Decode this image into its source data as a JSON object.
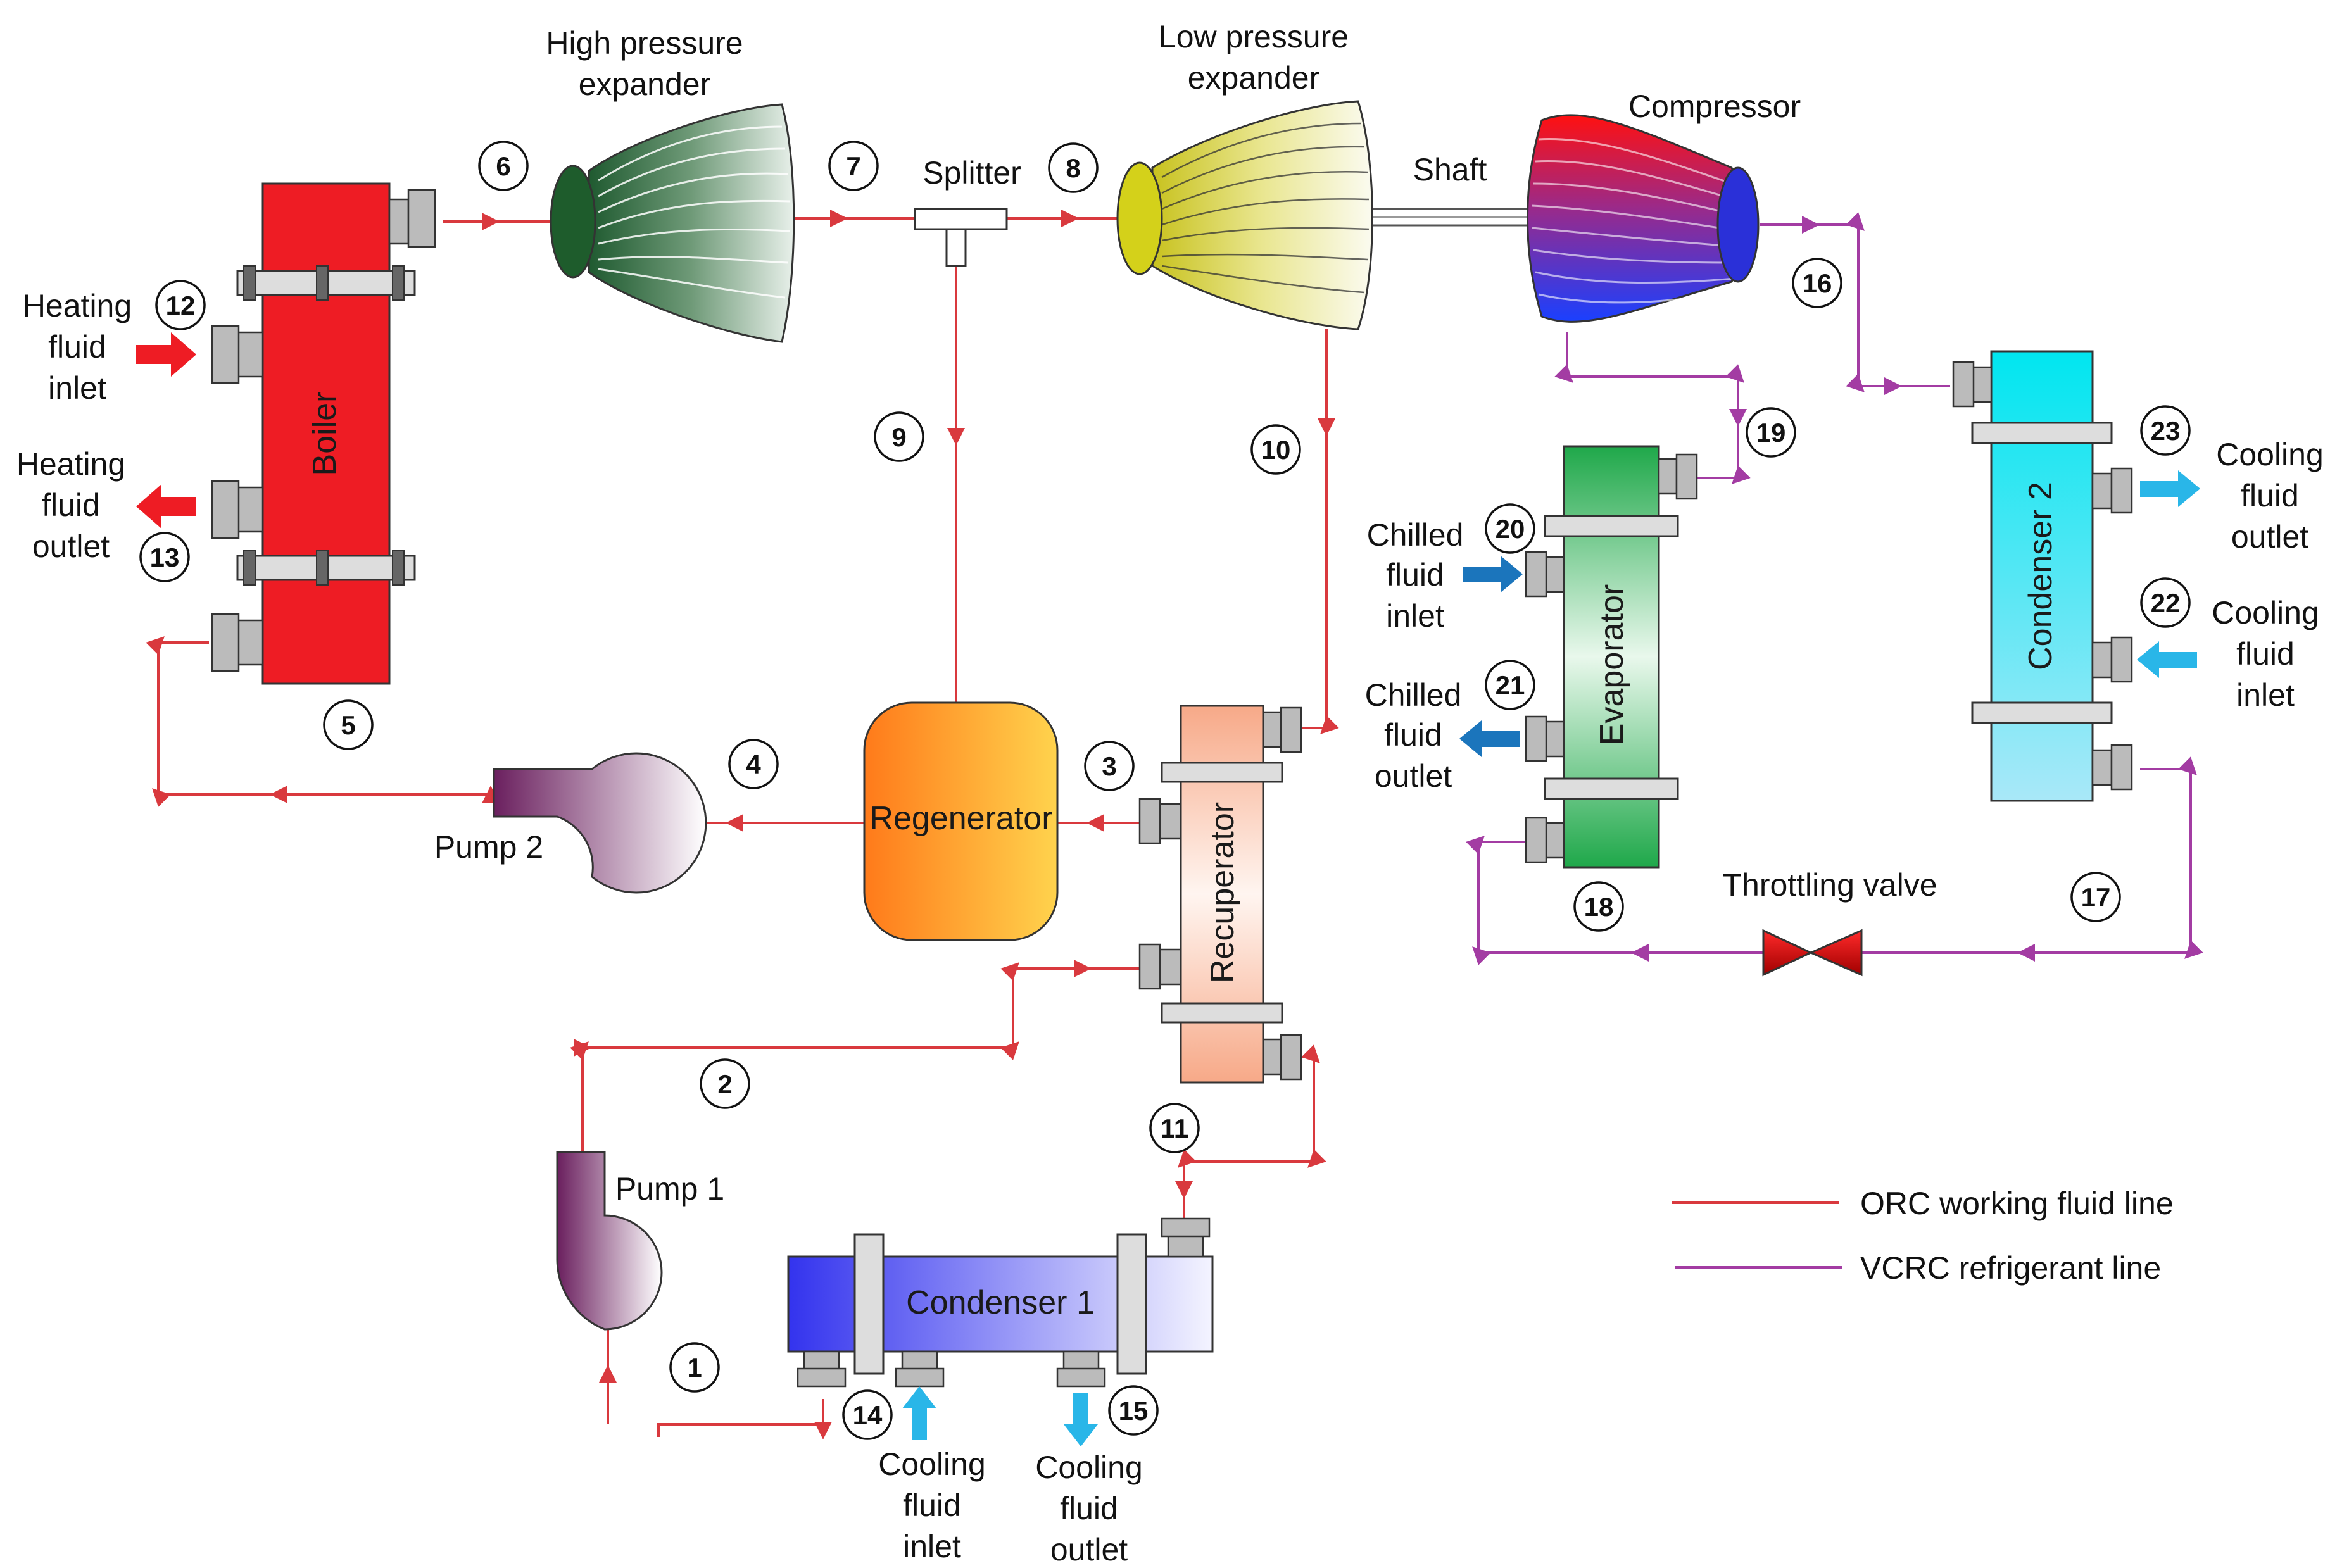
{
  "components": {
    "high_pressure_expander": [
      "High pressure",
      "expander"
    ],
    "low_pressure_expander": [
      "Low pressure",
      "expander"
    ],
    "compressor": "Compressor",
    "splitter": "Splitter",
    "shaft": "Shaft",
    "boiler": "Boiler",
    "regenerator": "Regenerator",
    "recuperator": "Recuperator",
    "pump1": "Pump 1",
    "pump2": "Pump 2",
    "condenser1": "Condenser 1",
    "condenser2": "Condenser 2",
    "evaporator": "Evaporator",
    "throttling_valve": "Throttling valve"
  },
  "streams": {
    "heating_inlet": [
      "Heating",
      "fluid",
      "inlet"
    ],
    "heating_outlet": [
      "Heating",
      "fluid",
      "outlet"
    ],
    "chilled_inlet": [
      "Chilled",
      "fluid",
      "inlet"
    ],
    "chilled_outlet": [
      "Chilled",
      "fluid",
      "outlet"
    ],
    "cooling_outlet_c2": [
      "Cooling",
      "fluid",
      "outlet"
    ],
    "cooling_inlet_c2": [
      "Cooling",
      "fluid",
      "inlet"
    ],
    "cooling_inlet_c1": [
      "Cooling",
      "fluid",
      "inlet"
    ],
    "cooling_outlet_c1": [
      "Cooling",
      "fluid",
      "outlet"
    ]
  },
  "state_points": [
    "1",
    "2",
    "3",
    "4",
    "5",
    "6",
    "7",
    "8",
    "9",
    "10",
    "11",
    "12",
    "13",
    "14",
    "15",
    "16",
    "17",
    "18",
    "19",
    "20",
    "21",
    "22",
    "23"
  ],
  "legend": {
    "orc": "ORC working fluid line",
    "vcrc": "VCRC refrigerant line"
  },
  "colors": {
    "orc_line": "#d9393e",
    "vcrc_line": "#a33ca3",
    "heating_arrow": "#ee1c24",
    "cooling_arrow": "#29b6e8",
    "chilled_arrow": "#1b75bc"
  }
}
